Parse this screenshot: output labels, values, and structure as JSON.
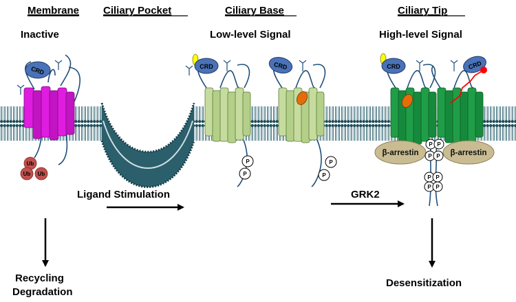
{
  "headers": {
    "membrane": "Membrane",
    "pocket": "Ciliary Pocket",
    "base": "Ciliary Base",
    "tip": "Ciliary Tip"
  },
  "states": {
    "inactive": "Inactive",
    "low": "Low-level Signal",
    "high": "High-level Signal"
  },
  "labels": {
    "crd": "CRD",
    "ub": "Ub",
    "p": "P",
    "arrestin": "β-arrestin",
    "ligand": "Ligand Stimulation",
    "grk2": "GRK2",
    "recycling": "Recycling",
    "degradation": "Degradation",
    "desensitization": "Desensitization"
  },
  "colors": {
    "inactive_receptor": "#e01ce0",
    "low_receptor": "#c5dc9e",
    "high_receptor": "#1f9e47",
    "crd": "#4a72b8",
    "ubiquitin": "#c0504d",
    "arrestin": "#c9bc92",
    "ligand_orange": "#e46c0a",
    "yellow": "#ffff00",
    "red_ligand": "#ff0000",
    "membrane_dark": "#1f4e5a"
  }
}
